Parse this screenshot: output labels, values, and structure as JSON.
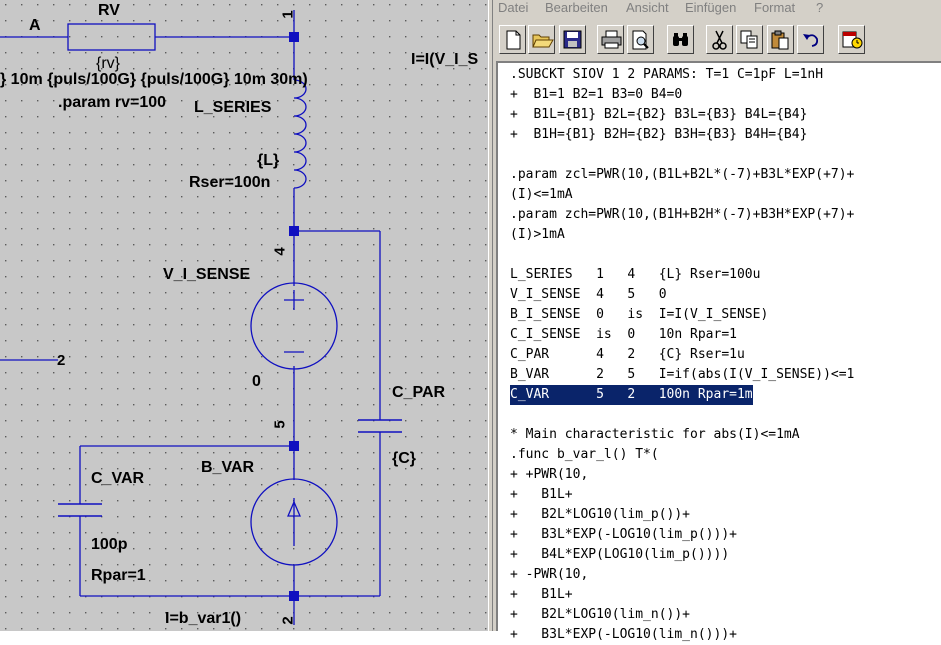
{
  "schematic": {
    "component_labels": {
      "rv_name": "RV",
      "rv_value": "{rv}",
      "net_a": "A",
      "param_line": "} 10m {puls/100G} {puls/100G} 10m 30m)",
      "param_rv": ".param rv=100",
      "l_series": "L_SERIES",
      "l_value": "{L}",
      "l_rser": "Rser=100n",
      "v_i_sense": "V_I_SENSE",
      "v_value": "0",
      "c_par": "C_PAR",
      "c_par_value": "{C}",
      "c_var": "C_VAR",
      "c_var_value": "100p",
      "c_var_rpar": "Rpar=1",
      "b_var": "B_VAR",
      "b_var_expr": "I=b_var1()",
      "i_expr": "I=I(V_I_S",
      "pin_1": "1",
      "pin_4": "4",
      "pin_5": "5",
      "pin_2_left": "2",
      "pin_2_bottom": "2"
    }
  },
  "menu": [
    "Datei",
    "Bearbeiten",
    "Ansicht",
    "Einfügen",
    "Format",
    "?"
  ],
  "toolbar": [
    {
      "name": "new-document-icon"
    },
    {
      "name": "open-folder-icon"
    },
    {
      "name": "save-icon"
    },
    {
      "name": "print-icon"
    },
    {
      "name": "print-preview-icon"
    },
    {
      "name": "find-icon"
    },
    {
      "name": "cut-icon"
    },
    {
      "name": "copy-icon"
    },
    {
      "name": "paste-icon"
    },
    {
      "name": "undo-icon"
    },
    {
      "name": "date-time-icon"
    }
  ],
  "netlist_lines": [
    ".SUBCKT SIOV 1 2 PARAMS: T=1 C=1pF L=1nH",
    "+  B1=1 B2=1 B3=0 B4=0",
    "+  B1L={B1} B2L={B2} B3L={B3} B4L={B4}",
    "+  B1H={B1} B2H={B2} B3H={B3} B4H={B4}",
    "",
    ".param zcl=PWR(10,(B1L+B2L*(-7)+B3L*EXP(+7)+",
    "(I)<=1mA",
    ".param zch=PWR(10,(B1H+B2H*(-7)+B3H*EXP(+7)+",
    "(I)>1mA",
    "",
    "L_SERIES   1   4   {L} Rser=100u",
    "V_I_SENSE  4   5   0",
    "B_I_SENSE  0   is  I=I(V_I_SENSE)",
    "C_I_SENSE  is  0   10n Rpar=1",
    "C_PAR      4   2   {C} Rser=1u",
    "B_VAR      2   5   I=if(abs(I(V_I_SENSE))<=1",
    "C_VAR      5   2   100n Rpar=1m",
    "",
    "* Main characteristic for abs(I)<=1mA",
    ".func b_var_l() T*(",
    "+ +PWR(10,",
    "+   B1L+",
    "+   B2L*LOG10(lim_p())+",
    "+   B3L*EXP(-LOG10(lim_p()))+",
    "+   B4L*EXP(LOG10(lim_p())))",
    "+ -PWR(10,",
    "+   B1L+",
    "+   B2L*LOG10(lim_n())+",
    "+   B3L*EXP(-LOG10(lim_n()))+"
  ],
  "selected_line_index": 16
}
